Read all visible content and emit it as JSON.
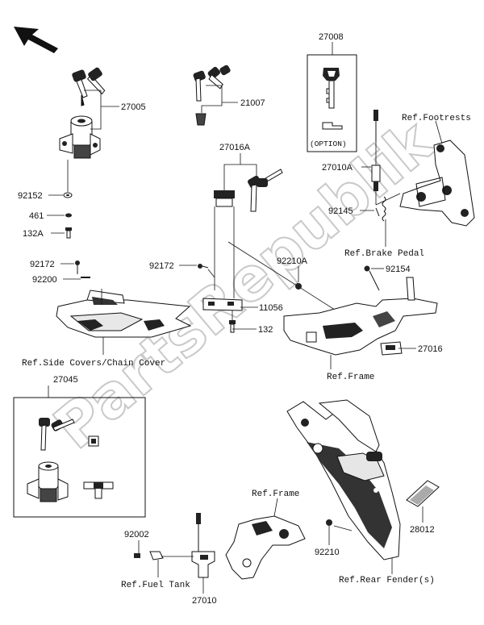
{
  "watermark": "PartsRepublik",
  "labels": {
    "p27008": "27008",
    "option": "(OPTION)",
    "p27005": "27005",
    "p21007": "21007",
    "ref_footrests": "Ref.Footrests",
    "p27016A": "27016A",
    "p27010A": "27010A",
    "p92152": "92152",
    "p461": "461",
    "p132A": "132A",
    "p92145": "92145",
    "ref_brake_pedal": "Ref.Brake Pedal",
    "p92172_left": "92172",
    "p92200": "92200",
    "p92172_mid": "92172",
    "p92210A": "92210A",
    "p92154": "92154",
    "p11056": "11056",
    "p132": "132",
    "ref_side_covers": "Ref.Side Covers/Chain Cover",
    "p27016": "27016",
    "ref_frame_right": "Ref.Frame",
    "p27045": "27045",
    "ref_frame_bottom": "Ref.Frame",
    "p92002": "92002",
    "p28012": "28012",
    "p92210": "92210",
    "ref_fuel_tank": "Ref.Fuel Tank",
    "ref_rear_fender": "Ref.Rear Fender(s)",
    "p27010": "27010"
  }
}
